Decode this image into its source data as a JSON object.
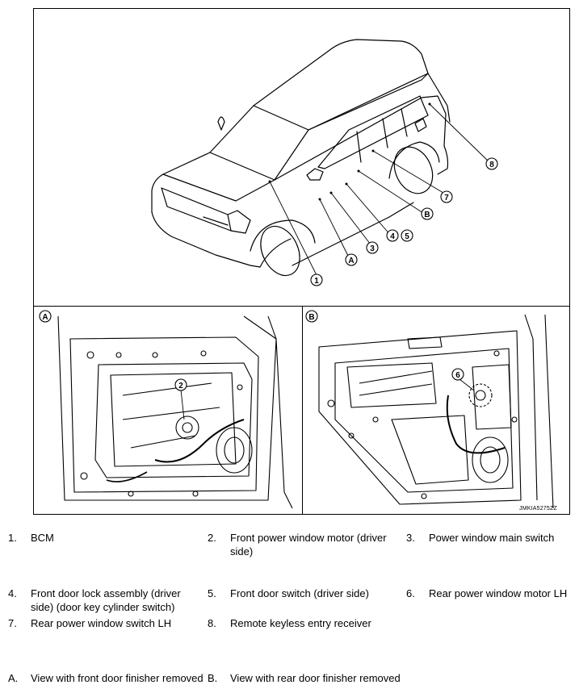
{
  "callouts": {
    "c1": "1",
    "c2": "2",
    "c3": "3",
    "c4": "4",
    "c5": "5",
    "c6": "6",
    "c7": "7",
    "c8": "8",
    "cA": "A",
    "cB": "B"
  },
  "figure_code": "JMKIA5275ZZ",
  "legend": [
    {
      "num": "1.",
      "text": "BCM"
    },
    {
      "num": "2.",
      "text": "Front power window motor (driver side)"
    },
    {
      "num": "3.",
      "text": "Power window main switch"
    },
    {
      "num": "4.",
      "text": "Front door lock assembly (driver side) (door key cylinder switch)"
    },
    {
      "num": "5.",
      "text": "Front door switch (driver side)"
    },
    {
      "num": "6.",
      "text": "Rear power window motor LH"
    },
    {
      "num": "7.",
      "text": "Rear power window switch LH"
    },
    {
      "num": "8.",
      "text": "Remote keyless entry receiver"
    },
    {
      "num": "A.",
      "text": "View with front door finisher removed"
    },
    {
      "num": "B.",
      "text": "View with rear door finisher removed"
    }
  ]
}
